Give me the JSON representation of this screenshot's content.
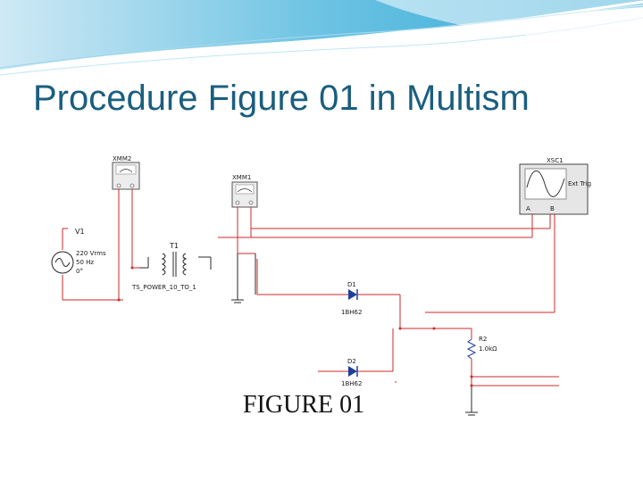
{
  "slide": {
    "title": "Procedure Figure 01 in Multism",
    "caption": "FIGURE 01"
  },
  "colors": {
    "title": "#1b5e7e",
    "wire_red": "#cc2a2a",
    "wire_dark": "#2a2a2a",
    "component_blue": "#1f3f9e"
  },
  "schematic": {
    "instruments": {
      "multimeter_1": "XMM2",
      "multimeter_2": "XMM1",
      "oscilloscope": "XSC1",
      "scope_channel_a": "A",
      "scope_channel_b": "B",
      "scope_ext_trig": "Ext Trig"
    },
    "source": {
      "ref": "V1",
      "voltage": "220 Vrms",
      "frequency": "50 Hz",
      "phase": "0°"
    },
    "transformer": {
      "ref": "T1",
      "model": "TS_POWER_10_TO_1"
    },
    "diode_1": {
      "ref": "D1",
      "model": "1BH62"
    },
    "diode_2": {
      "ref": "D2",
      "model": "1BH62"
    },
    "resistor": {
      "ref": "R2",
      "value": "1.0kΩ"
    }
  }
}
